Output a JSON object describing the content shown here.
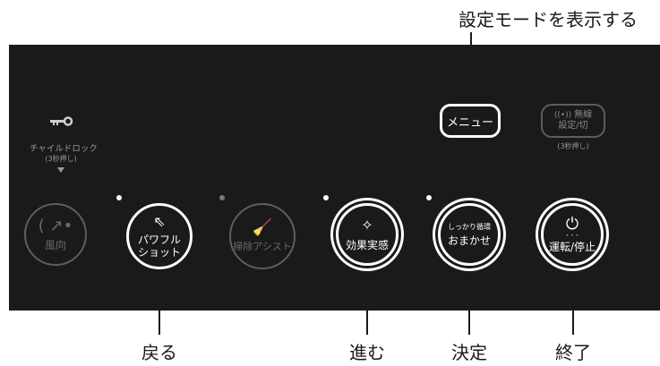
{
  "annotations": {
    "top_label": "設定モードを表示する",
    "back": "戻る",
    "forward": "進む",
    "confirm": "決定",
    "end": "終了"
  },
  "panel": {
    "child_lock_label": "チャイルドロック",
    "child_lock_hint": "(3秒押し)",
    "menu_label": "メニュー",
    "wireless_label_line1": "無線",
    "wireless_label_line2": "設定/切",
    "wireless_hint": "(3秒押し)",
    "buttons": [
      {
        "label_line1": "風向",
        "label_line2": ""
      },
      {
        "label_line1": "パワフル",
        "label_line2": "ショット"
      },
      {
        "label_line1": "掃除アシスト",
        "label_line2": ""
      },
      {
        "label_line1": "効果実感",
        "label_line2": ""
      },
      {
        "label_small": "しっかり循環",
        "label_line1": "おまかせ"
      },
      {
        "label_line1": "運転/停止",
        "label_line2": ""
      }
    ]
  },
  "colors": {
    "panel_bg": "#1a1a1a",
    "active": "#ffffff",
    "inactive": "#5e5e5e"
  }
}
